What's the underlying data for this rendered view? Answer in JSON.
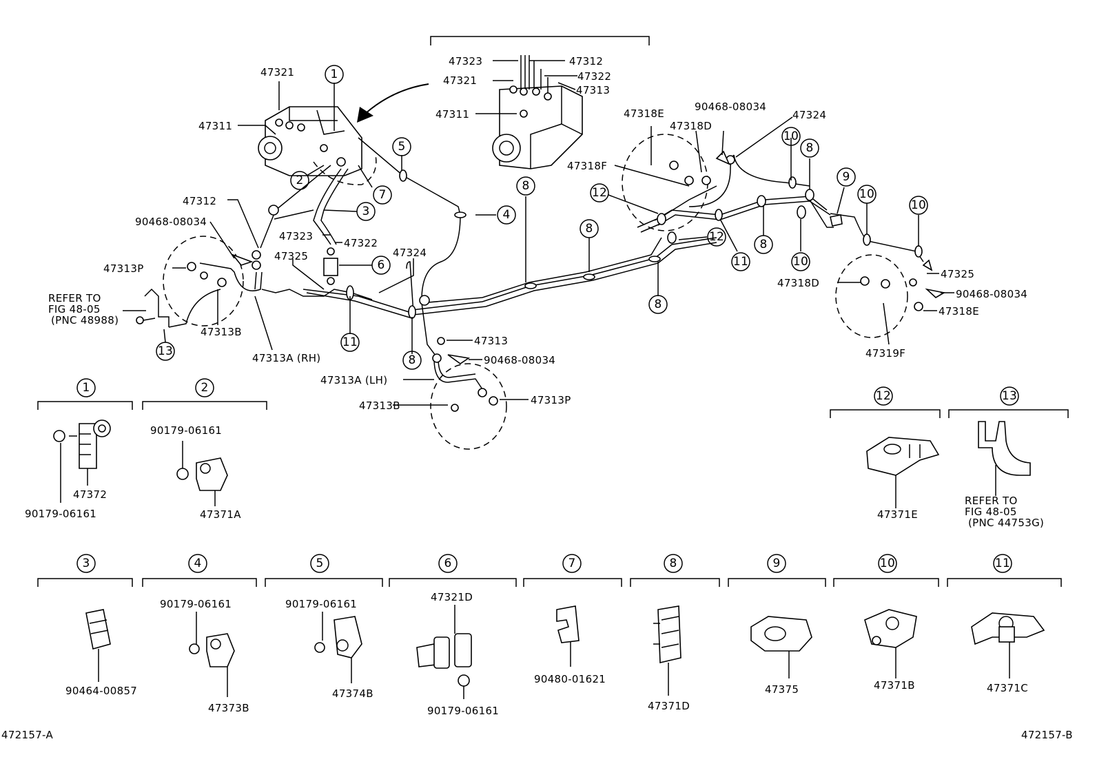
{
  "diagram_id_left": "472157-A",
  "diagram_id_right": "472157-B",
  "top_inset": {
    "labels": [
      "47323",
      "47312",
      "47321",
      "47322",
      "47313",
      "47311"
    ]
  },
  "main_labels": {
    "a47321": "47321",
    "a47311": "47311",
    "a47312": "47312",
    "a90468_1": "90468-08034",
    "a47313P_1": "47313P",
    "a47323": "47323",
    "a47322": "47322",
    "a47325": "47325",
    "a47324": "47324",
    "a47313B_1": "47313B",
    "a47313A_RH": "47313A (RH)",
    "a47313_2": "47313",
    "a90468_2": "90468-08034",
    "a47313A_LH": "47313A (LH)",
    "a47313B_2": "47313B",
    "a47313P_2": "47313P",
    "a47318E_1": "47318E",
    "a47318D_1": "47318D",
    "a90468_3": "90468-08034",
    "a47324_r": "47324",
    "a47318F": "47318F",
    "a47325_r": "47325",
    "a90468_4": "90468-08034",
    "a47318D_2": "47318D",
    "a47318E_2": "47318E",
    "a47319F": "47319F"
  },
  "refer_left": [
    "REFER TO",
    "FIG 48-05",
    "(PNC 48988)"
  ],
  "refer_right": [
    "REFER TO",
    "FIG 48-05",
    "(PNC 44753G)"
  ],
  "callouts": [
    "1",
    "2",
    "3",
    "4",
    "5",
    "6",
    "7",
    "8",
    "9",
    "10",
    "11",
    "12",
    "13"
  ],
  "details": {
    "d1": {
      "num": "1",
      "parts": [
        "47372",
        "90179-06161"
      ]
    },
    "d2": {
      "num": "2",
      "parts": [
        "90179-06161",
        "47371A"
      ]
    },
    "d3": {
      "num": "3",
      "parts": [
        "90464-00857"
      ]
    },
    "d4": {
      "num": "4",
      "parts": [
        "90179-06161",
        "47373B"
      ]
    },
    "d5": {
      "num": "5",
      "parts": [
        "90179-06161",
        "47374B"
      ]
    },
    "d6": {
      "num": "6",
      "parts": [
        "47321D",
        "90179-06161"
      ]
    },
    "d7": {
      "num": "7",
      "parts": [
        "90480-01621"
      ]
    },
    "d8": {
      "num": "8",
      "parts": [
        "47371D"
      ]
    },
    "d9": {
      "num": "9",
      "parts": [
        "47375"
      ]
    },
    "d10": {
      "num": "10",
      "parts": [
        "47371B"
      ]
    },
    "d11": {
      "num": "11",
      "parts": [
        "47371C"
      ]
    },
    "d12": {
      "num": "12",
      "parts": [
        "47371E"
      ]
    },
    "d13": {
      "num": "13",
      "parts": []
    }
  }
}
